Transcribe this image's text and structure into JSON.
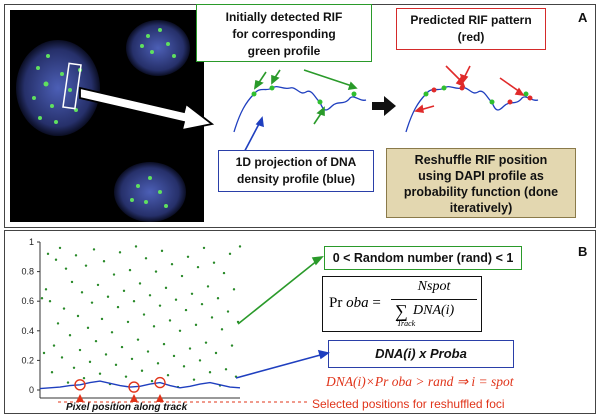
{
  "panel_a": {
    "label": "A",
    "boxes": {
      "initial_rif": [
        "Initially detected RIF",
        "for corresponding",
        "green profile"
      ],
      "predicted": [
        "Predicted RIF pattern",
        "(red)"
      ],
      "projection": [
        "1D projection of DNA",
        "density profile (blue)"
      ],
      "reshuffle": [
        "Reshuffle RIF position",
        "using DAPI profile as",
        "probability function (done",
        "iteratively)"
      ]
    }
  },
  "panel_b": {
    "label": "B",
    "random_box": "0 < Random number (rand)  < 1",
    "formula": {
      "lhs": "Pr",
      "var": "oba",
      "eq": " = ",
      "numerator": "Nspot",
      "sum_symbol": "∑",
      "sum_sub": "Track",
      "denominator": "DNA(i)"
    },
    "product_box": "DNA(i) x Proba",
    "condition": "DNA(i)×Pr oba > rand  ⇒  i = spot",
    "xlabel": "Pixel position along track",
    "selected_label": "Selected positions for reshuffled foci"
  },
  "chart_data": {
    "type": "scatter",
    "yticks": [
      "0",
      "0.2",
      "0.4",
      "0.6",
      "0.8",
      "1"
    ],
    "ylim": [
      0,
      1
    ],
    "xlim": [
      0,
      100
    ],
    "series": [
      {
        "color": "#2a8a2a",
        "points": [
          [
            1,
            0.62
          ],
          [
            2,
            0.25
          ],
          [
            3,
            0.68
          ],
          [
            4,
            0.92
          ],
          [
            5,
            0.6
          ],
          [
            6,
            0.12
          ],
          [
            7,
            0.3
          ],
          [
            8,
            0.88
          ],
          [
            9,
            0.45
          ],
          [
            10,
            0.96
          ],
          [
            11,
            0.22
          ],
          [
            12,
            0.55
          ],
          [
            13,
            0.82
          ],
          [
            14,
            0.05
          ],
          [
            15,
            0.37
          ],
          [
            16,
            0.73
          ],
          [
            17,
            0.15
          ],
          [
            18,
            0.91
          ],
          [
            19,
            0.5
          ],
          [
            20,
            0.27
          ],
          [
            21,
            0.66
          ],
          [
            22,
            0.08
          ],
          [
            23,
            0.84
          ],
          [
            24,
            0.42
          ],
          [
            25,
            0.19
          ],
          [
            26,
            0.59
          ],
          [
            27,
            0.95
          ],
          [
            28,
            0.33
          ],
          [
            29,
            0.71
          ],
          [
            30,
            0.11
          ],
          [
            31,
            0.48
          ],
          [
            32,
            0.87
          ],
          [
            33,
            0.24
          ],
          [
            34,
            0.63
          ],
          [
            35,
            0.04
          ],
          [
            36,
            0.39
          ],
          [
            37,
            0.78
          ],
          [
            38,
            0.17
          ],
          [
            39,
            0.56
          ],
          [
            40,
            0.93
          ],
          [
            41,
            0.29
          ],
          [
            42,
            0.67
          ],
          [
            43,
            0.09
          ],
          [
            44,
            0.46
          ],
          [
            45,
            0.81
          ],
          [
            46,
            0.21
          ],
          [
            47,
            0.6
          ],
          [
            48,
            0.97
          ],
          [
            49,
            0.34
          ],
          [
            50,
            0.72
          ],
          [
            51,
            0.13
          ],
          [
            52,
            0.51
          ],
          [
            53,
            0.89
          ],
          [
            54,
            0.26
          ],
          [
            55,
            0.64
          ],
          [
            56,
            0.06
          ],
          [
            57,
            0.43
          ],
          [
            58,
            0.8
          ],
          [
            59,
            0.18
          ],
          [
            60,
            0.57
          ],
          [
            61,
            0.94
          ],
          [
            62,
            0.31
          ],
          [
            63,
            0.69
          ],
          [
            64,
            0.1
          ],
          [
            65,
            0.47
          ],
          [
            66,
            0.85
          ],
          [
            67,
            0.23
          ],
          [
            68,
            0.61
          ],
          [
            69,
            0.02
          ],
          [
            70,
            0.4
          ],
          [
            71,
            0.77
          ],
          [
            72,
            0.16
          ],
          [
            73,
            0.54
          ],
          [
            74,
            0.9
          ],
          [
            75,
            0.28
          ],
          [
            76,
            0.65
          ],
          [
            77,
            0.07
          ],
          [
            78,
            0.44
          ],
          [
            79,
            0.83
          ],
          [
            80,
            0.2
          ],
          [
            81,
            0.58
          ],
          [
            82,
            0.96
          ],
          [
            83,
            0.32
          ],
          [
            84,
            0.7
          ],
          [
            85,
            0.12
          ],
          [
            86,
            0.49
          ],
          [
            87,
            0.86
          ],
          [
            88,
            0.25
          ],
          [
            89,
            0.62
          ],
          [
            90,
            0.03
          ],
          [
            91,
            0.41
          ],
          [
            92,
            0.79
          ],
          [
            93,
            0.14
          ],
          [
            94,
            0.53
          ],
          [
            95,
            0.92
          ],
          [
            96,
            0.3
          ],
          [
            97,
            0.68
          ],
          [
            98,
            0.09
          ],
          [
            99,
            0.46
          ],
          [
            100,
            0.97
          ]
        ]
      },
      {
        "color": "#1f3fbf",
        "points": [
          [
            0,
            0.01
          ],
          [
            5,
            0.015
          ],
          [
            10,
            0.02
          ],
          [
            15,
            0.03
          ],
          [
            20,
            0.035
          ],
          [
            25,
            0.05
          ],
          [
            30,
            0.06
          ],
          [
            35,
            0.045
          ],
          [
            40,
            0.03
          ],
          [
            45,
            0.02
          ],
          [
            50,
            0.025
          ],
          [
            55,
            0.04
          ],
          [
            60,
            0.05
          ],
          [
            65,
            0.03
          ],
          [
            70,
            0.015
          ],
          [
            75,
            0.025
          ],
          [
            80,
            0.04
          ],
          [
            85,
            0.05
          ],
          [
            90,
            0.035
          ],
          [
            95,
            0.02
          ],
          [
            100,
            0.015
          ]
        ]
      }
    ],
    "selected_x": [
      20,
      47,
      60
    ]
  }
}
